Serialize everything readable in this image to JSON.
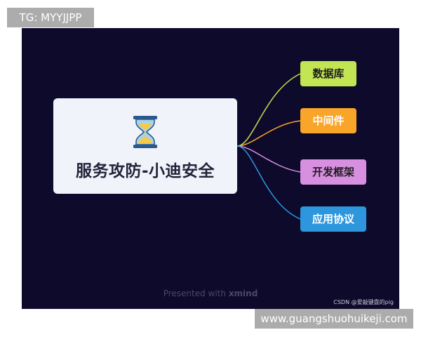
{
  "watermark_top": "TG: MYYJJPP",
  "watermark_bottom": "www.guangshuohuikeji.com",
  "mindmap": {
    "background_color": "#0e0a2c",
    "central": {
      "title": "服务攻防-小迪安全",
      "icon": "hourglass-icon"
    },
    "branches": [
      {
        "label": "数据库",
        "color": "#c3e453"
      },
      {
        "label": "中间件",
        "color": "#f9a52a"
      },
      {
        "label": "开发框架",
        "color": "#d78fe0"
      },
      {
        "label": "应用协议",
        "color": "#2d96dd"
      }
    ]
  },
  "footer": {
    "presented_prefix": "Presented with ",
    "presented_brand": "xmind",
    "credit": "CSDN @爱敲键盘的pig"
  }
}
